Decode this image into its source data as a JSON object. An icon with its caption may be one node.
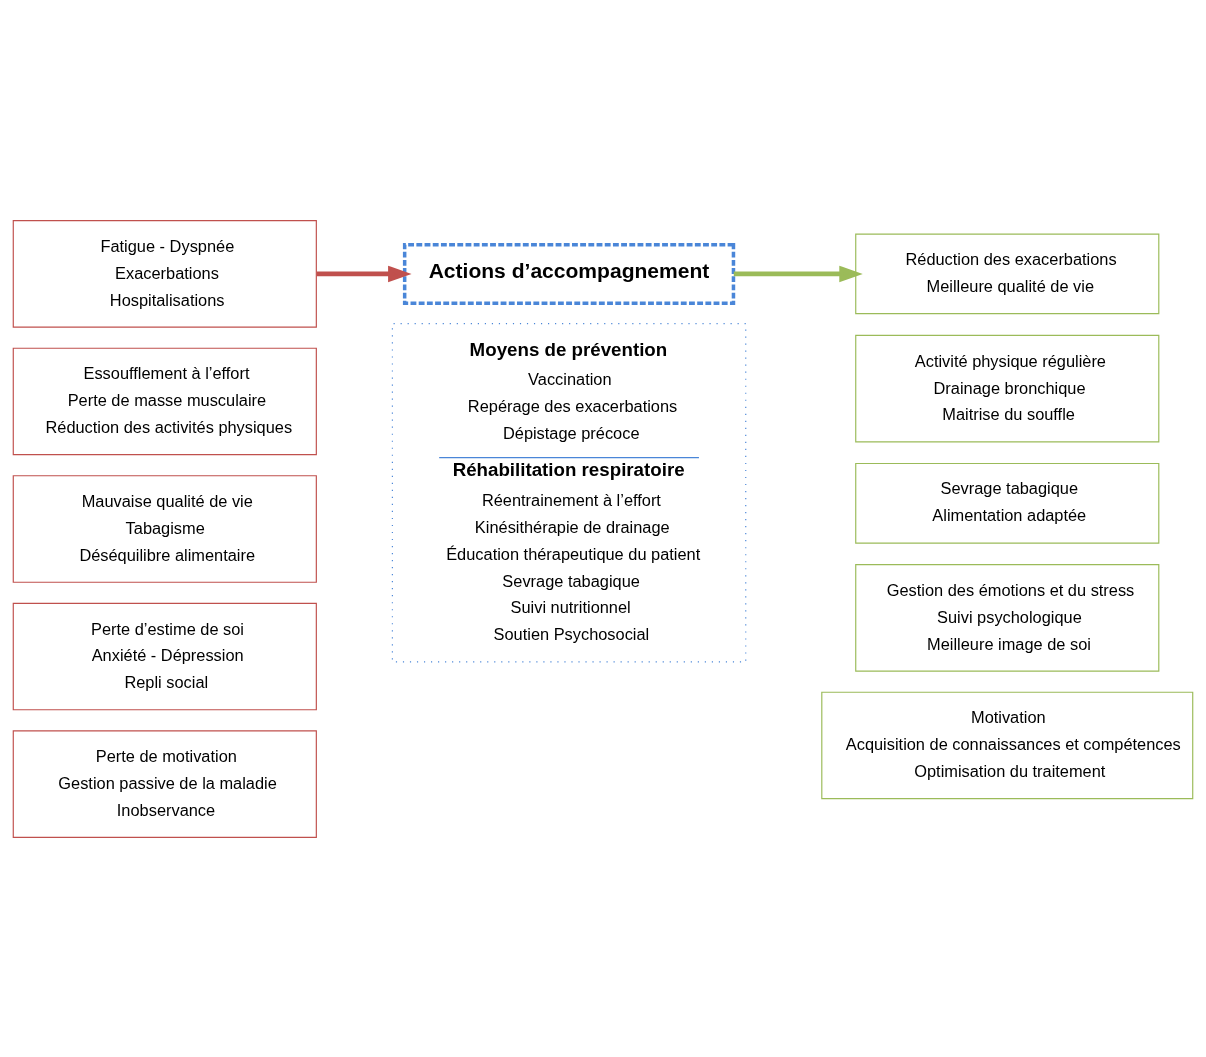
{
  "diagram": {
    "nodes": [
      {
        "text": [
          "Actions d’accompagnement"
        ]
      },
      {
        "text": [
          "Fatigue - Dyspnée",
          "Exacerbations",
          "Hospitalisations"
        ]
      },
      {
        "text": [
          "Essoufflement à l’effort",
          "Perte de masse musculaire",
          "Réduction des activités physiques"
        ]
      },
      {
        "text": [
          "Mauvaise qualité de vie",
          "Tabagisme",
          "Déséquilibre alimentaire"
        ]
      },
      {
        "text": [
          "Perte d’estime de soi",
          "Anxiété - Dépression",
          "Repli social"
        ]
      },
      {
        "text": [
          "Perte de motivation",
          "Gestion passive de la maladie",
          "Inobservance"
        ]
      },
      {
        "text": [
          "Moyens de prévention",
          "Vaccination",
          "Repérage des exacerbations",
          "Dépistage précoce",
          "Réhabilitation respiratoire",
          "Réentrainement à l’effort",
          "Kinésithérapie de drainage",
          "Éducation thérapeutique du patient",
          "Sevrage tabagique",
          "Suivi nutritionnel",
          "Soutien Psychosocial"
        ]
      },
      {
        "text": [
          "Réduction des exacerbations",
          "Meilleure qualité de vie"
        ]
      },
      {
        "text": [
          "Activité physique régulière",
          "Drainage bronchique",
          "Maitrise du souffle"
        ]
      },
      {
        "text": [
          "Sevrage tabagique",
          "Alimentation adaptée"
        ]
      },
      {
        "text": [
          "Gestion des émotions et du stress",
          "Suivi psychologique",
          "Meilleure image de soi"
        ]
      },
      {
        "text": [
          "Motivation",
          "Acquisition de connaissances et compétences",
          "Optimisation du traitement"
        ]
      }
    ],
    "edges": [
      {
        "from": 1,
        "to": 0,
        "arrow": "to",
        "color": "#c0504d"
      },
      {
        "from": 0,
        "to": 7,
        "arrow": "to",
        "color": "#9bbb59"
      }
    ]
  }
}
